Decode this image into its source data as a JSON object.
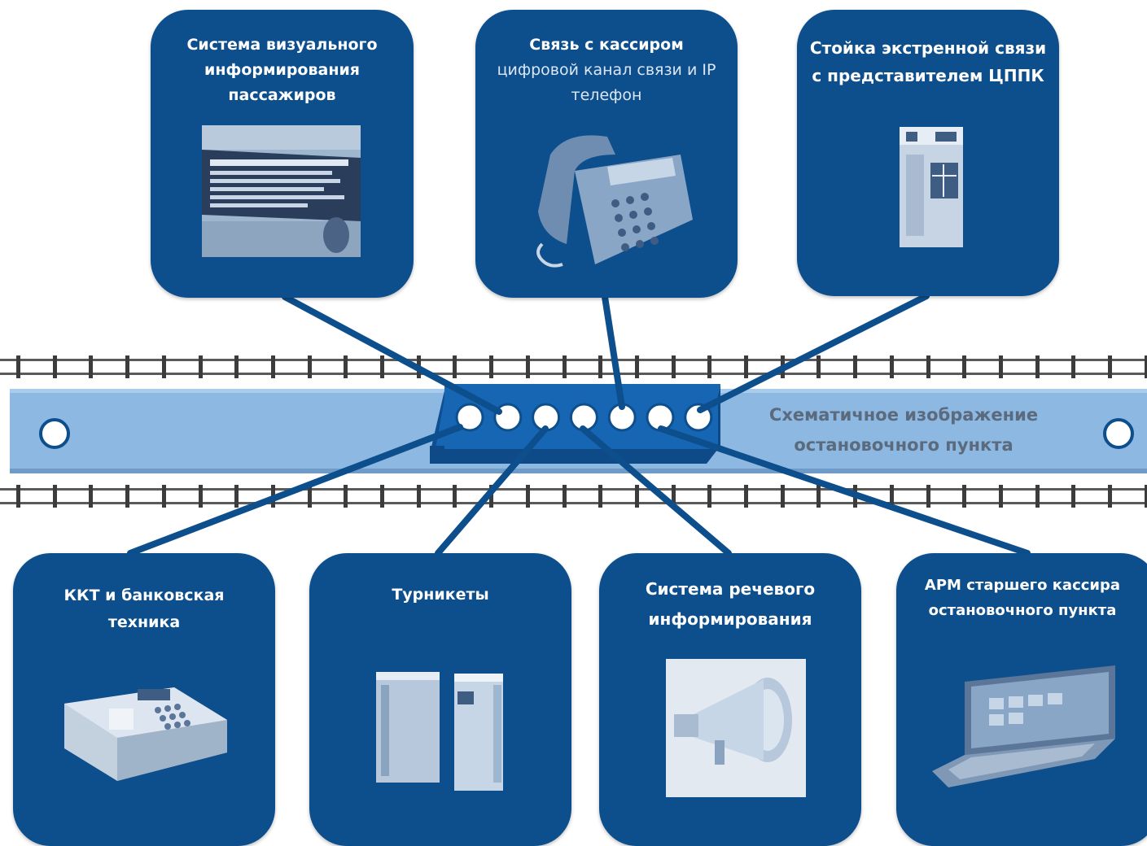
{
  "cards": {
    "visual_info": {
      "title": "Система визуального информирования пассажиров"
    },
    "cashier_link": {
      "title": "Связь с кассиром",
      "subtitle": "цифровой канал связи и IP телефон"
    },
    "emergency": {
      "title": "Стойка экстренной связи с представителем ЦППК"
    },
    "kkt": {
      "title": "ККТ и банковская техника"
    },
    "turnstiles": {
      "title": "Турникеты"
    },
    "speech_info": {
      "title": "Система речевого информирования"
    },
    "arm": {
      "title": "АРМ старшего кассира остановочного пункта"
    }
  },
  "platform": {
    "caption": "Схематичное изображение остановочного пункта"
  },
  "colors": {
    "card_fill": "#0d4e8c",
    "platform_fill": "#8cb8e2",
    "hub_fill": "#1766b4",
    "connector_line": "#0d4e8c",
    "rail": "#3c3c3c"
  },
  "icons": [
    "departure-board-icon",
    "ip-phone-icon",
    "emergency-column-icon",
    "cash-register-icon",
    "turnstile-icon",
    "loudspeaker-icon",
    "tablet-laptop-icon"
  ]
}
